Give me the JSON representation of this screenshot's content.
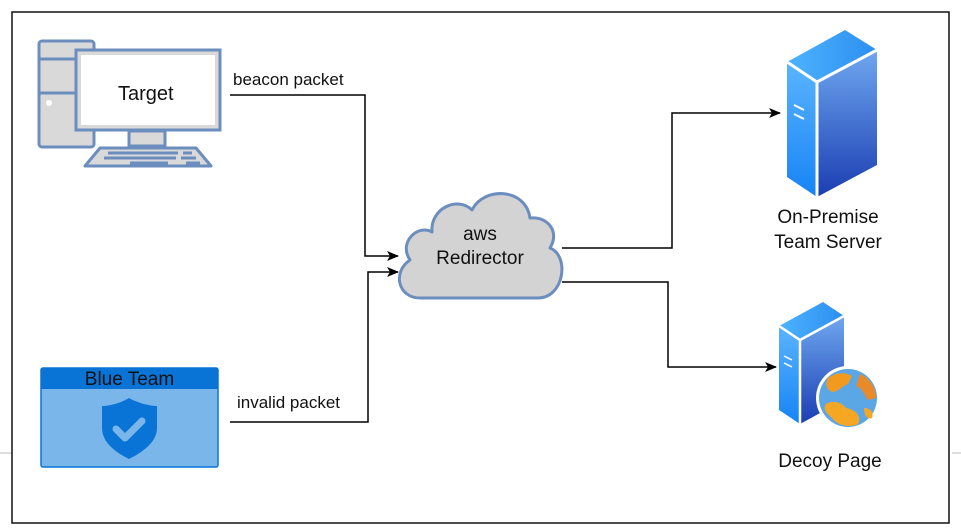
{
  "diagram": {
    "nodes": {
      "target": {
        "label": "Target",
        "icon": "desktop-computer-icon"
      },
      "blue_team": {
        "label": "Blue Team",
        "icon": "shield-check-icon"
      },
      "redirector": {
        "label_line1": "aws",
        "label_line2": "Redirector",
        "icon": "cloud-icon"
      },
      "team_server": {
        "label_line1": "On-Premise",
        "label_line2": "Team Server",
        "icon": "server-icon"
      },
      "decoy": {
        "label": "Decoy Page",
        "icon": "web-server-globe-icon"
      }
    },
    "edges": [
      {
        "from": "target",
        "to": "redirector",
        "label": "beacon packet"
      },
      {
        "from": "blue_team",
        "to": "redirector",
        "label": "invalid packet"
      },
      {
        "from": "redirector",
        "to": "team_server",
        "label": ""
      },
      {
        "from": "redirector",
        "to": "decoy",
        "label": ""
      }
    ]
  },
  "colors": {
    "computer_fill": "#d9d9d9",
    "computer_stroke": "#6c8ebf",
    "blue_team_header": "#0a74d6",
    "blue_team_body": "#7ab6ea",
    "shield": "#0a74d6",
    "cloud_fill": "#d3d3d3",
    "cloud_stroke": "#6c8ebf",
    "server_light": "#35a6ff",
    "server_dark": "#1a3fb0",
    "globe_ocean": "#5ba7e6",
    "globe_land": "#f5a623"
  }
}
